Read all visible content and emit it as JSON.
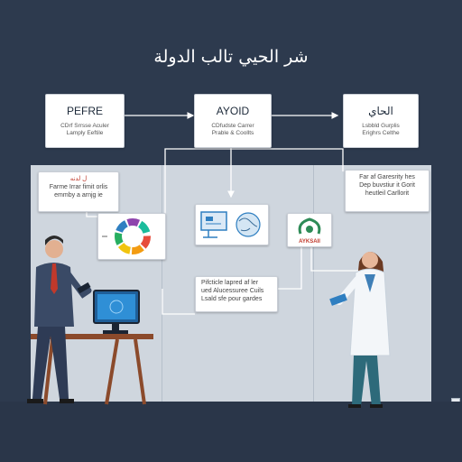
{
  "title": "شر الحيي تالب الدولة",
  "boxes": {
    "left": {
      "heading": "PEFRE",
      "line1": "CDrf Srrsse Aculer",
      "line2": "Lamply Eeftile"
    },
    "center": {
      "heading": "AYOID",
      "line1": "CDfudste Carrer",
      "line2": "Prable & Coollts"
    },
    "right": {
      "heading": "الحاي",
      "line1": "Lsbbld Gurplis",
      "line2": "Erighrs Celthe"
    }
  },
  "notes": {
    "left": {
      "line1": "ل لدنه",
      "line2": "Farme Irrar fimit orlis",
      "line3": "emmby a arnjg ie"
    },
    "right": {
      "line1": "Far af Garesrity hes",
      "line2": "Dep buvstiur it Gorit",
      "line3": "heutleil Carllorit"
    },
    "center": {
      "line1": "Pifcticle lapred af ler",
      "line2": "ued Alucessuree Cuils",
      "line3": "Lsald sfe pour gardes"
    }
  },
  "badge": {
    "label": "AYKSAII"
  },
  "colors": {
    "accent": "#2f7fc1",
    "red": "#c0392b",
    "background": "#2d3a4e",
    "panel": "#cfd6de"
  }
}
